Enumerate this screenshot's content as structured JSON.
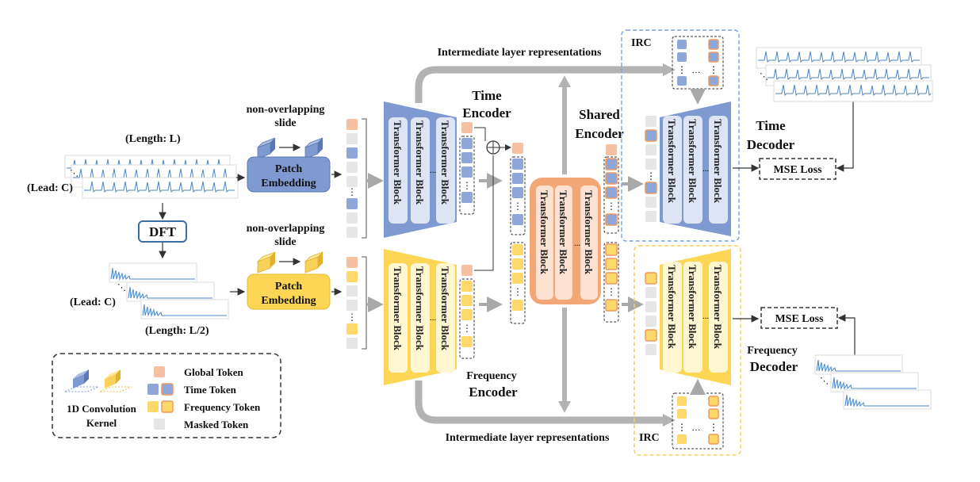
{
  "labels": {
    "length_l": "(Length: L)",
    "lead_c_top": "(Lead: C)",
    "dft": "DFT",
    "lead_c_bottom": "(Lead: C)",
    "length_l2": "(Length: L/2)",
    "slide_top_line1": "non-overlapping",
    "slide_top_line2": "slide",
    "slide_bottom_line1": "non-overlapping",
    "slide_bottom_line2": "slide",
    "patch_embedding_top_1": "Patch",
    "patch_embedding_top_2": "Embedding",
    "patch_embedding_bottom_1": "Patch",
    "patch_embedding_bottom_2": "Embedding",
    "time_encoder_1": "Time",
    "time_encoder_2": "Encoder",
    "frequency_encoder_1": "Frequency",
    "frequency_encoder_2": "Encoder",
    "shared_encoder_1": "Shared",
    "shared_encoder_2": "Encoder",
    "time_decoder_1": "Time",
    "time_decoder_2": "Decoder",
    "frequency_decoder_1": "Frequency",
    "frequency_decoder_2": "Decoder",
    "transformer_block": "Transformer Block",
    "ellipsis": "...",
    "intermediate_top": "Intermediate layer representations",
    "intermediate_bottom": "Intermediate layer representations",
    "irc_top": "IRC",
    "irc_bottom": "IRC",
    "mse_loss_top": "MSE Loss",
    "mse_loss_bottom": "MSE Loss",
    "plus": "⊕"
  },
  "legend": {
    "kernel_line1": "1D Convolution",
    "kernel_line2": "Kernel",
    "global_token": "Global Token",
    "time_token": "Time Token",
    "frequency_token": "Frequency Token",
    "masked_token": "Masked Token"
  },
  "colors": {
    "time": "#8fa6d8",
    "time_dark": "#6d88c6",
    "freq": "#fcd96a",
    "freq_dark": "#f2c238",
    "global": "#f6c1a3",
    "masked": "#e6e6e6",
    "shared": "#f3a676",
    "arrow": "#b3b3b3"
  }
}
